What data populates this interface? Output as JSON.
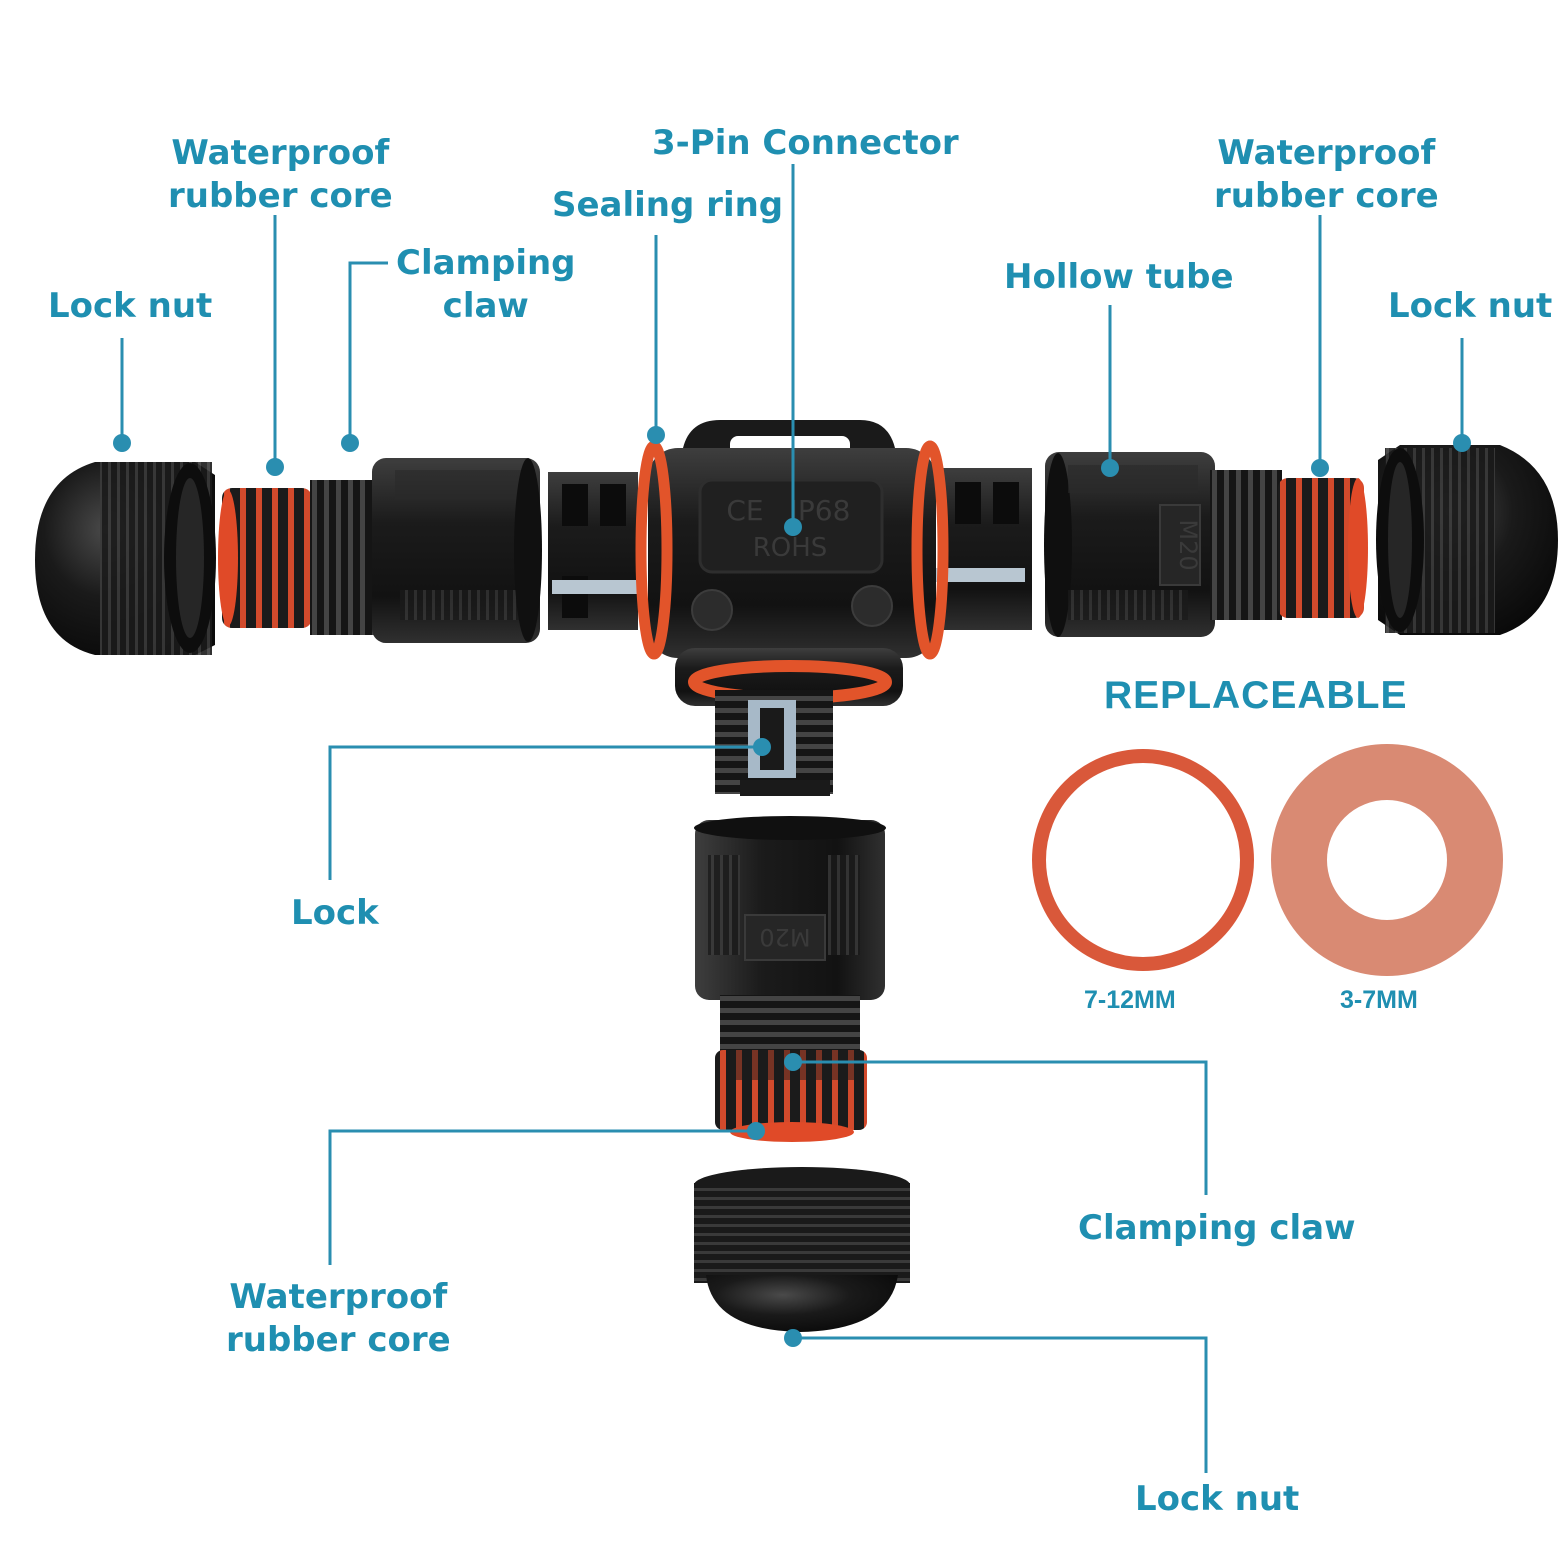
{
  "colors": {
    "label_blue": "#1f8fb1",
    "leader_blue": "#2a8eb0",
    "body_black": "#1c1c1c",
    "seal_orange": "#e2542a",
    "gasket_orange": "#d9583a",
    "gasket_flat": "#d98a73"
  },
  "labels": {
    "lock_nut_left": "Lock nut",
    "rubber_core_left": [
      "Waterproof",
      "rubber core"
    ],
    "clamping_claw_left": [
      "Clamping",
      "claw"
    ],
    "sealing_ring": "Sealing ring",
    "pin_connector": "3-Pin Connector",
    "hollow_tube": "Hollow tube",
    "rubber_core_right": [
      "Waterproof",
      "rubber core"
    ],
    "lock_nut_right": "Lock nut",
    "lock": "Lock",
    "clamping_claw_bottom": "Clamping claw",
    "rubber_core_bottom": [
      "Waterproof",
      "rubber core"
    ],
    "lock_nut_bottom": "Lock nut"
  },
  "replaceable": {
    "title": "REPLACEABLE",
    "gaskets": [
      {
        "size": "7-12MM",
        "style": "o-ring"
      },
      {
        "size": "3-7MM",
        "style": "flat-washer"
      }
    ]
  },
  "embossed": {
    "ce": "CE",
    "ip": "IP68",
    "rohs": "ROHS",
    "thread_right": "M20",
    "thread_bottom": "M20"
  }
}
